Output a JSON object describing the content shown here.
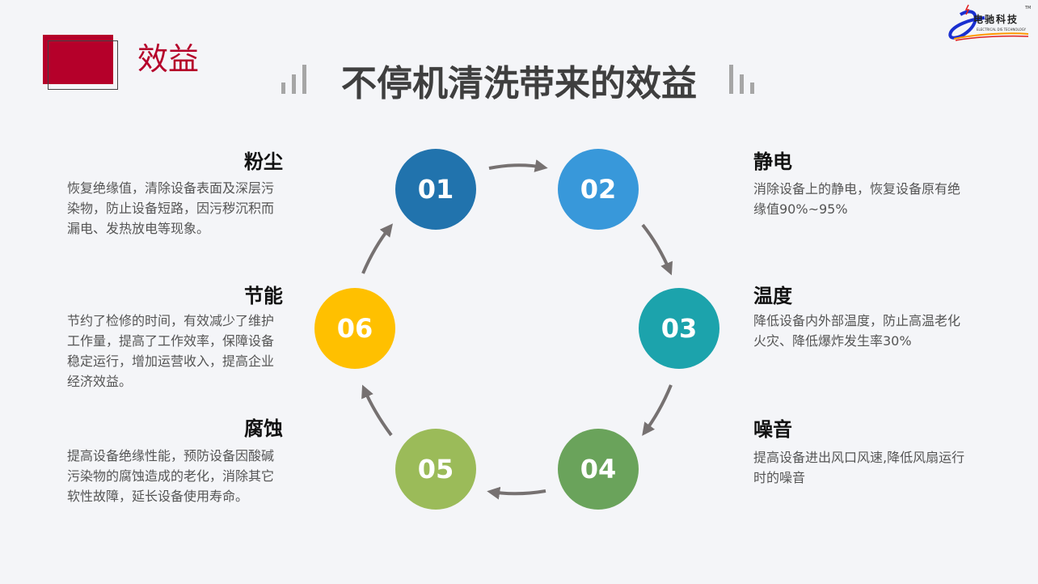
{
  "header": {
    "section": "效益",
    "title": "不停机清洗带来的效益"
  },
  "logo": {
    "text": "电驰科技",
    "subtext": "ELECTRICAL DIS TECHNOLOGY",
    "tm": "TM"
  },
  "colors": {
    "accent": "#b5002a",
    "arrow": "#767171"
  },
  "steps": [
    {
      "num": "01",
      "color": "#2173ad",
      "title": "粉尘",
      "body": "恢复绝缘值，清除设备表面及深层污染物，防止设备短路，因污秽沉积而漏电、发热放电等现象。"
    },
    {
      "num": "02",
      "color": "#3898da",
      "title": "静电",
      "body": "消除设备上的静电，恢复设备原有绝缘值90%~95%"
    },
    {
      "num": "03",
      "color": "#1ca3ac",
      "title": "温度",
      "body": "降低设备内外部温度，防止高温老化火灾、降低爆炸发生率30%"
    },
    {
      "num": "04",
      "color": "#6aa35b",
      "title": "噪音",
      "body": "提高设备进出风口风速,降低风扇运行时的噪音"
    },
    {
      "num": "05",
      "color": "#9bbb59",
      "title": "腐蚀",
      "body": "提高设备绝缘性能，预防设备因酸碱污染物的腐蚀造成的老化，消除其它软性故障，延长设备使用寿命。"
    },
    {
      "num": "06",
      "color": "#ffc000",
      "title": "节能",
      "body": "节约了检修的时间，有效减少了维护工作量，提高了工作效率，保障设备稳定运行，增加运营收入，提高企业经济效益。"
    }
  ]
}
